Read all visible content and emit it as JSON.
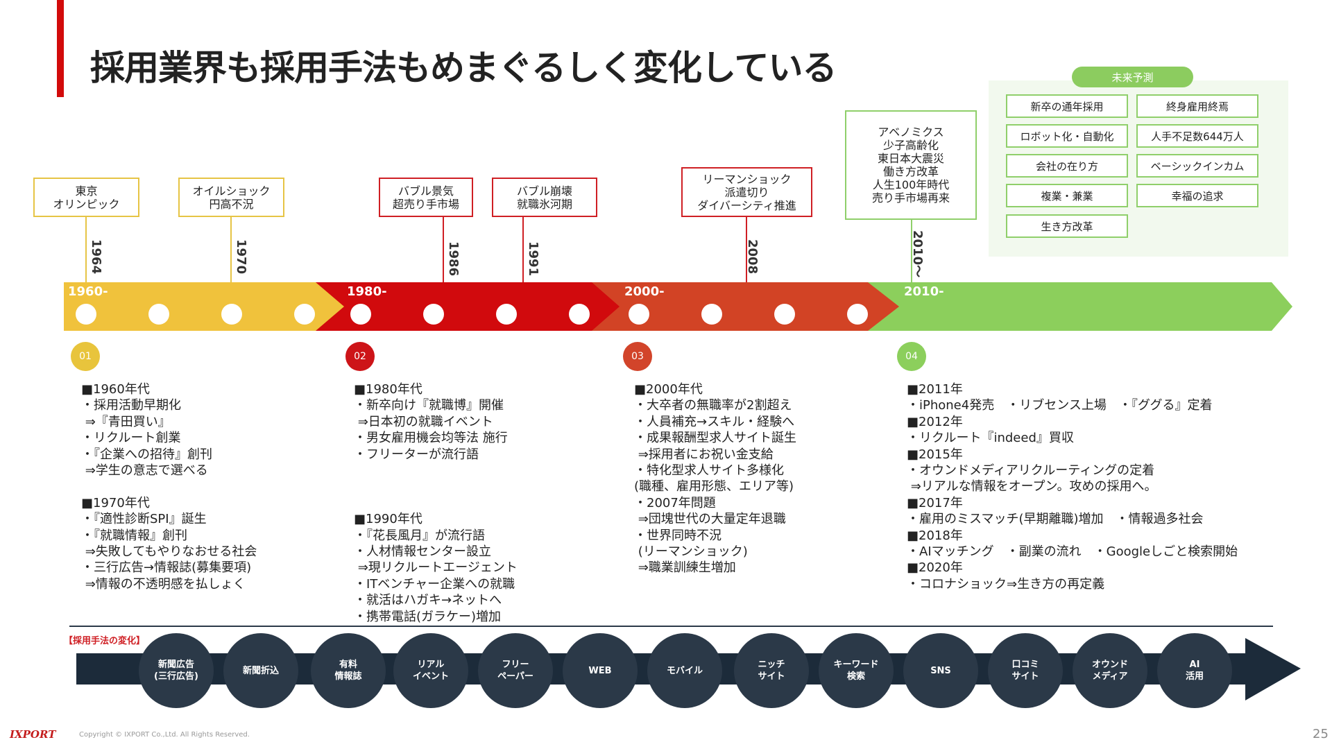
{
  "title": "採用業界も採用手法もめまぐるしく変化している",
  "events": [
    {
      "text": "東京\nオリンピック",
      "year": "1964",
      "color": "yellow"
    },
    {
      "text": "オイルショック\n円高不況",
      "year": "1970",
      "color": "yellow"
    },
    {
      "text": "バブル景気\n超売り手市場",
      "year": "1986",
      "color": "red"
    },
    {
      "text": "バブル崩壊\n就職氷河期",
      "year": "1991",
      "color": "red"
    },
    {
      "text": "リーマンショック\n派遣切り\nダイバーシティ推進",
      "year": "2008",
      "color": "red"
    },
    {
      "text": "アベノミクス\n少子高齢化\n東日本大震災\n働き方改革\n人生100年時代\n売り手市場再来",
      "year": "2010〜",
      "color": "green"
    }
  ],
  "eras": [
    {
      "label": "1960-",
      "num": "01",
      "color": "#f0c23c",
      "num_color": "#e8c43c"
    },
    {
      "label": "1980-",
      "num": "02",
      "color": "#d10a0d",
      "num_color": "#cd1418"
    },
    {
      "label": "2000-",
      "num": "03",
      "color": "#d24325",
      "num_color": "#d2442a"
    },
    {
      "label": "2010-",
      "num": "04",
      "color": "#8ccf5c",
      "num_color": "#8ccf5c"
    }
  ],
  "era_texts": [
    "■1960年代\n・採用活動早期化\n ⇒『青田買い』\n・リクルート創業\n・『企業への招待』創刊\n ⇒学生の意志で選べる\n\n■1970年代\n・『適性診断SPI』誕生\n・『就職情報』創刊\n ⇒失敗してもやりなおせる社会\n・三行広告→情報誌(募集要項)\n ⇒情報の不透明感を払しょく",
    "■1980年代\n・新卒向け『就職博』開催\n ⇒日本初の就職イベント\n・男女雇用機会均等法 施行\n・フリーターが流行語\n\n\n\n■1990年代\n・『花長風月』が流行語\n・人材情報センター設立\n ⇒現リクルートエージェント\n・ITベンチャー企業への就職\n・就活はハガキ→ネットへ\n・携帯電話(ガラケー)増加",
    "■2000年代\n・大卒者の無職率が2割超え\n・人員補充→スキル・経験へ\n・成果報酬型求人サイト誕生\n ⇒採用者にお祝い金支給\n・特化型求人サイト多様化\n(職種、雇用形態、エリア等)\n・2007年問題\n ⇒団塊世代の大量定年退職\n・世界同時不況\n (リーマンショック)\n ⇒職業訓練生増加",
    "■2011年\n・iPhone4発売　・リブセンス上場　・『ググる』定着\n■2012年\n・リクルート『indeed』買収\n■2015年\n・オウンドメディアリクルーティングの定着\n ⇒リアルな情報をオープン。攻めの採用へ。\n■2017年\n・雇用のミスマッチ(早期離職)増加　・情報過多社会\n■2018年\n・AIマッチング　・副業の流れ　・Googleしごと検索開始\n■2020年\n・コロナショック⇒生き方の再定義"
  ],
  "future": {
    "label": "未来予測",
    "items": [
      "新卒の通年採用",
      "終身雇用終焉",
      "ロボット化・自動化",
      "人手不足数644万人",
      "会社の在り方",
      "ベーシックインカム",
      "複業・兼業",
      "幸福の追求",
      "生き方改革"
    ]
  },
  "methods": {
    "label": "【採用手法の変化】",
    "items": [
      "新聞広告\n(三行広告)",
      "新聞折込",
      "有料\n情報誌",
      "リアル\nイベント",
      "フリー\nペーパー",
      "WEB",
      "モバイル",
      "ニッチ\nサイト",
      "キーワード\n検索",
      "SNS",
      "口コミ\nサイト",
      "オウンド\nメディア",
      "AI\n活用"
    ]
  },
  "footer": {
    "logo": "IXPORT",
    "copyright": "Copyright © IXPORT Co.,Ltd. All Rights Reserved.",
    "page": "25"
  }
}
